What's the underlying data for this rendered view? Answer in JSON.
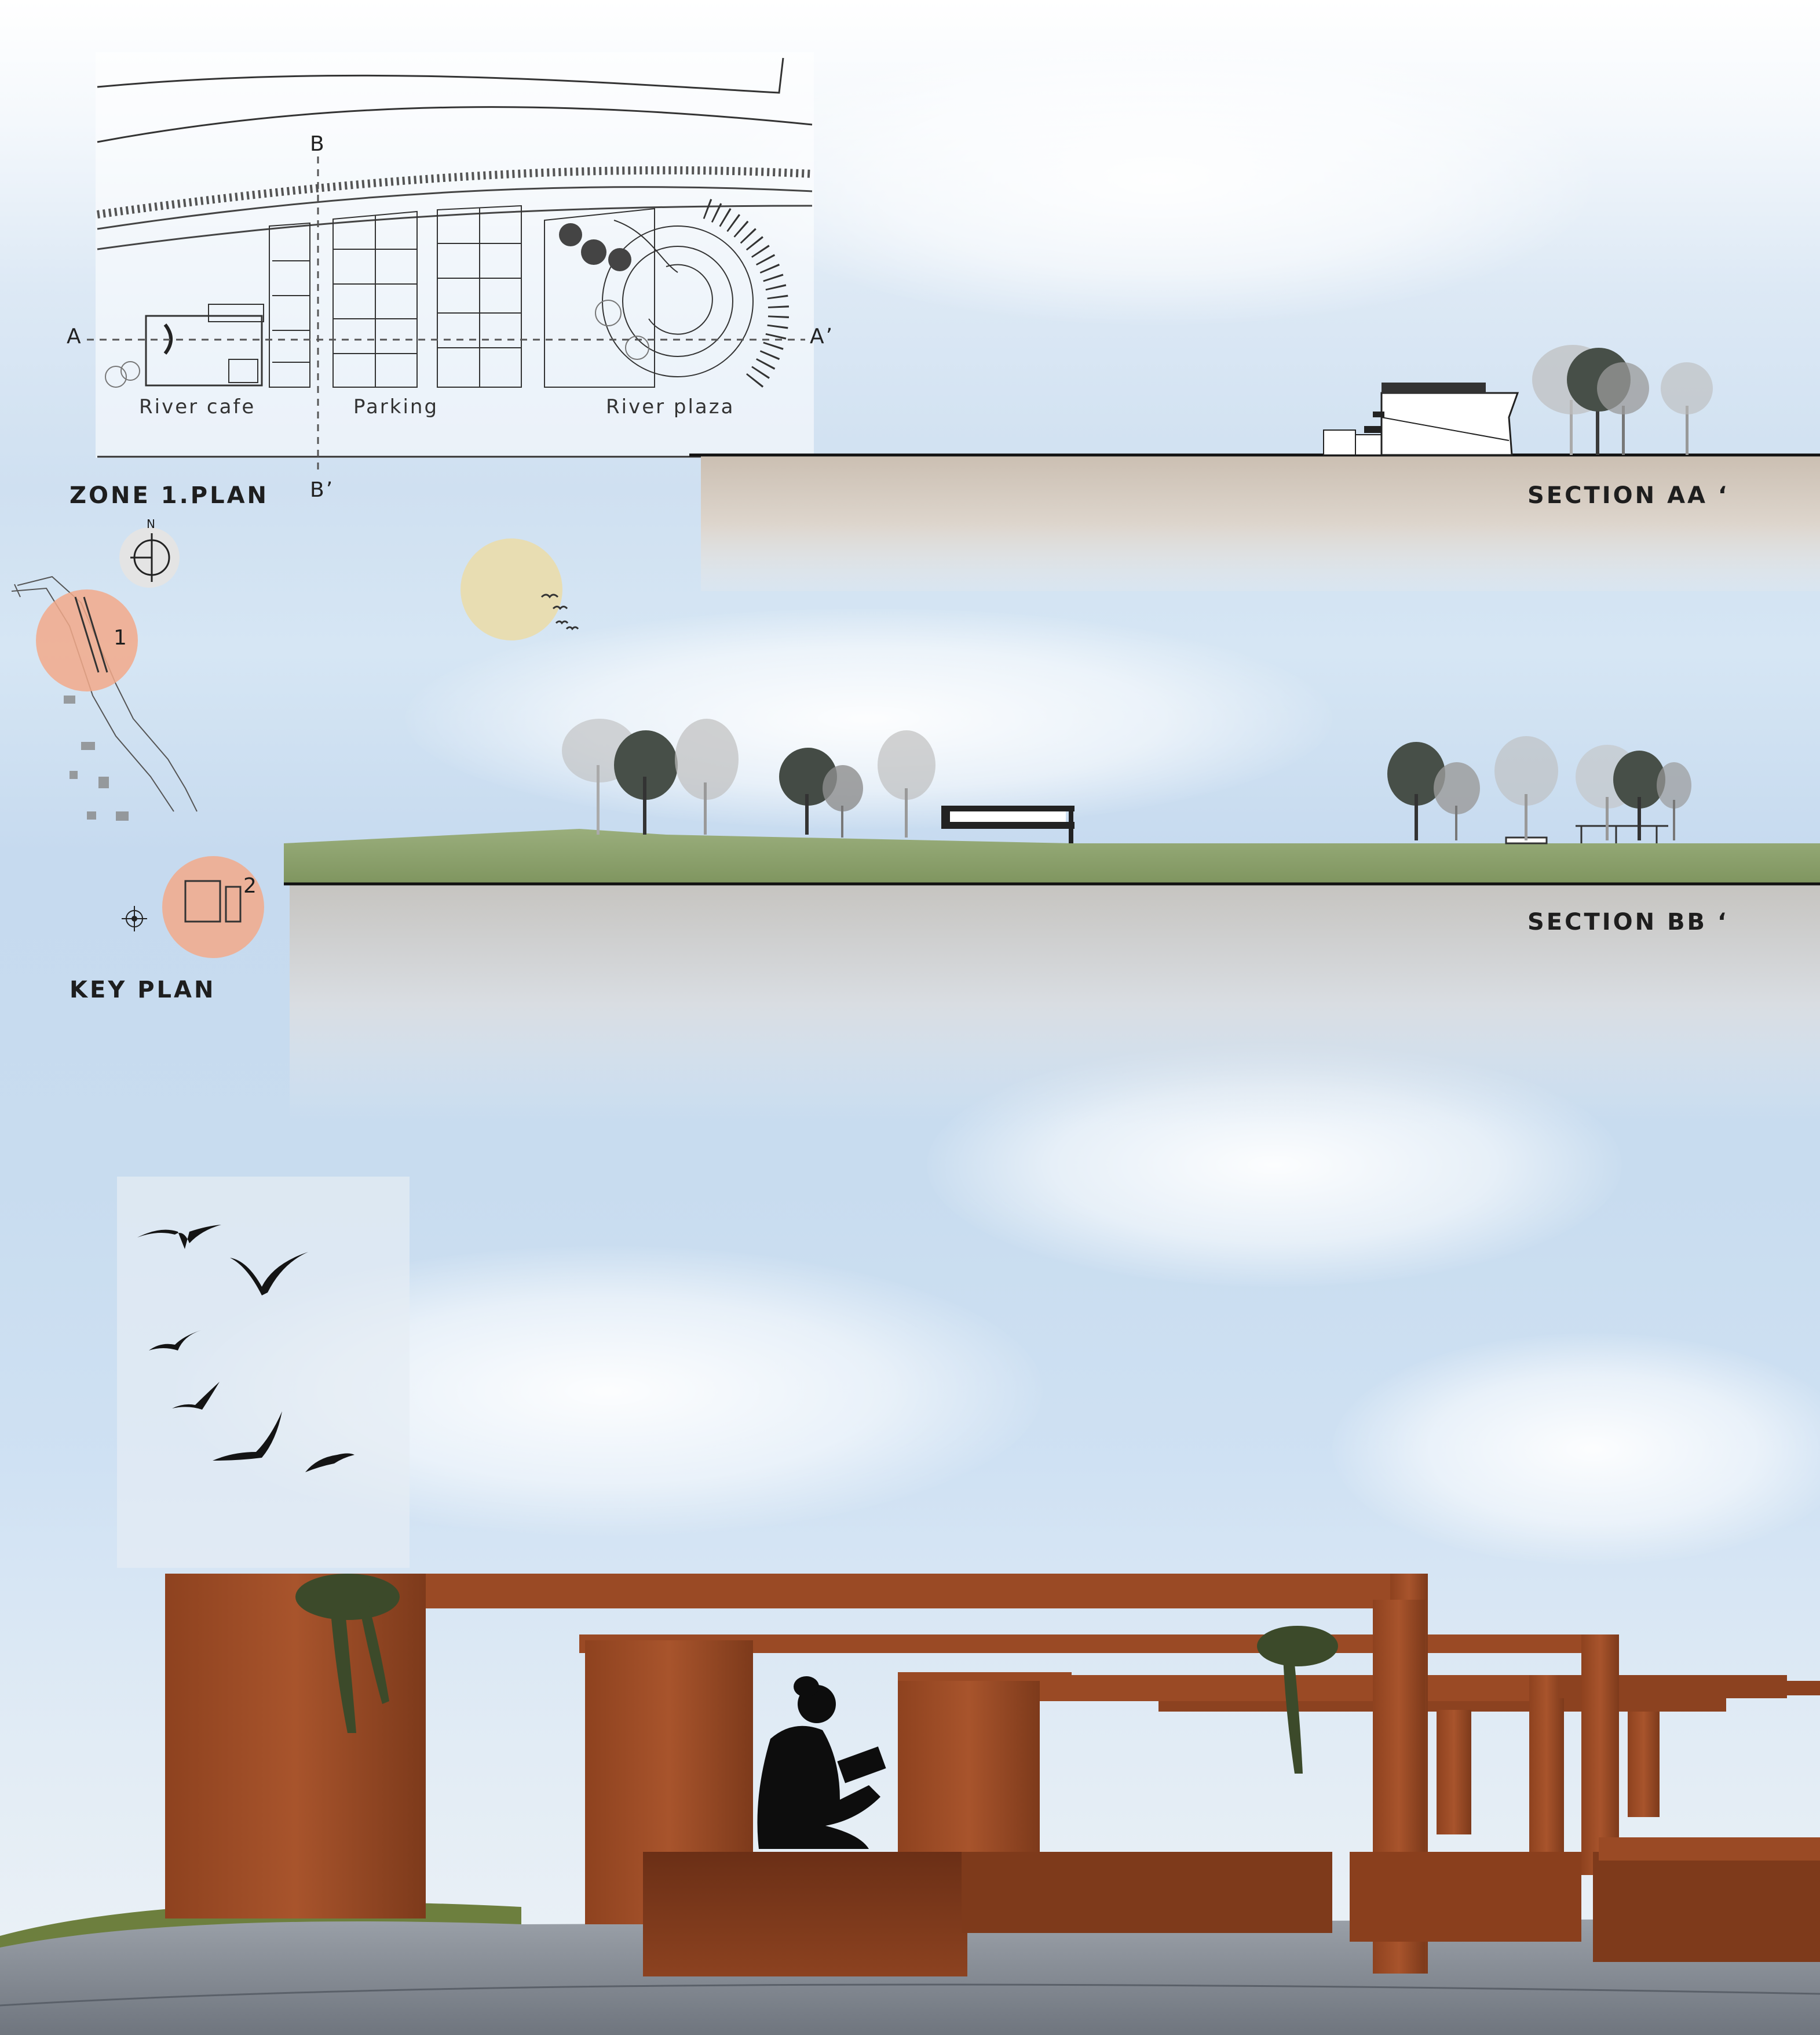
{
  "plan": {
    "title": "ZONE 1.PLAN",
    "zones": [
      "River cafe",
      "Parking",
      "River plaza"
    ],
    "section_marks": {
      "a": "A",
      "a_prime": "A’",
      "b": "B",
      "b_prime": "B’"
    }
  },
  "key_plan": {
    "title": "KEY PLAN",
    "north_label": "N",
    "markers": [
      "1",
      "2"
    ]
  },
  "sections": {
    "aa_title": "SECTION AA ‘",
    "bb_title": "SECTION BB ‘"
  },
  "colors": {
    "sky": "#cfe0f1",
    "ground_brown": "#d9cfc4",
    "ground_green": "#8fa36e",
    "pavilion_wood": "#9a4a25",
    "key_plan_marker": "#f2a98a",
    "sun": "#e9dcae"
  },
  "icons": [
    "north-arrow-icon",
    "compass-icon",
    "bird-icon",
    "tree-icon",
    "person-reading-icon",
    "hanging-plant-icon"
  ]
}
